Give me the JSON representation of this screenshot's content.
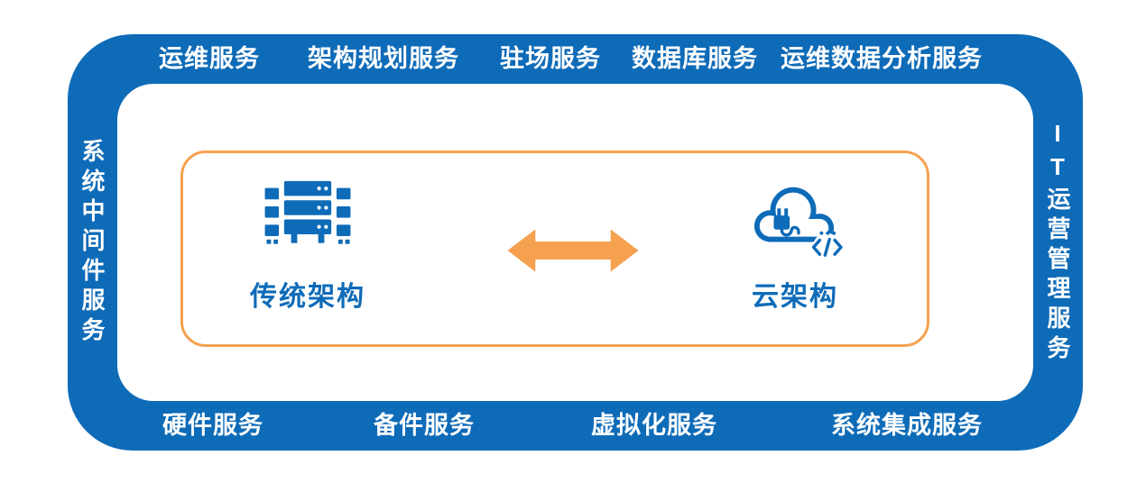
{
  "diagram": {
    "frame": {
      "top_labels": [
        "运维服务",
        "架构规划服务",
        "驻场服务",
        "数据库服务",
        "运维数据分析服务"
      ],
      "bottom_labels": [
        "硬件服务",
        "备件服务",
        "虚拟化服务",
        "系统集成服务"
      ],
      "left_label": "系统中间件服务",
      "right_label": "IT运营管理服务"
    },
    "center": {
      "left_item": {
        "label": "传统架构",
        "icon": "server-stack-icon"
      },
      "arrow_icon": "double-headed-arrow-icon",
      "right_item": {
        "label": "云架构",
        "icon": "cloud-plug-code-icon"
      }
    },
    "colors": {
      "frame_blue": "#0e6bb8",
      "accent_orange": "#f5a14f",
      "background": "#ffffff"
    }
  }
}
